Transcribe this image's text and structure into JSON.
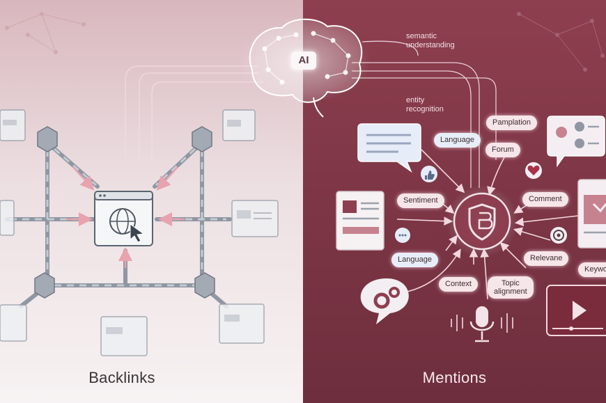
{
  "panels": {
    "left_title": "Backlinks",
    "right_title": "Mentions"
  },
  "center": {
    "ai_label": "AI"
  },
  "annotations": {
    "semantic_line1": "semantic",
    "semantic_line2": "understanding",
    "entity_line1": "entity",
    "entity_line2": "recognition"
  },
  "chips": {
    "pamplation": "Pamplation",
    "language_top": "Language",
    "forum": "Forum",
    "sentiment": "Sentiment",
    "comment": "Comment",
    "language_bottom": "Language",
    "relevane": "Relevane",
    "keyword": "Keywo",
    "context": "Context",
    "topic_line1": "Topic",
    "topic_line2": "alignment"
  },
  "colors": {
    "left_background": "#ecdfe1",
    "right_background": "#7d3646",
    "chip_fill": "#f6e6ea",
    "chain_gray": "#9aa1ab",
    "arrow_pink": "#e7a3ae"
  }
}
